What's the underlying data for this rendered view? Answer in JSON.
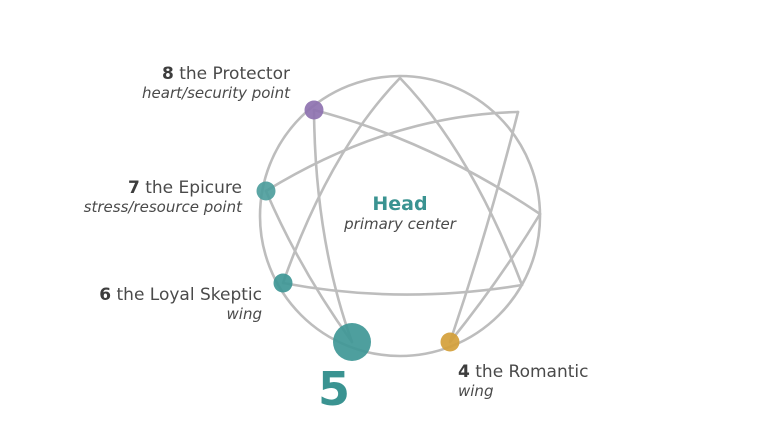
{
  "diagram": {
    "type": "enneagram",
    "center": {
      "title": "Head",
      "subtitle": "primary center"
    },
    "main_type": {
      "number": "5",
      "color": "#3f9796"
    },
    "points": [
      {
        "number": "8",
        "name": "the Protector",
        "role": "heart/security point",
        "color": "#8e72b0"
      },
      {
        "number": "7",
        "name": "the Epicure",
        "role": "stress/resource point",
        "color": "#4a9c9b"
      },
      {
        "number": "6",
        "name": "the Loyal Skeptic",
        "role": "wing",
        "color": "#3f9796"
      },
      {
        "number": "4",
        "name": "the Romantic",
        "role": "wing",
        "color": "#d4a03a"
      }
    ],
    "line_color": "#bdbdbd"
  }
}
